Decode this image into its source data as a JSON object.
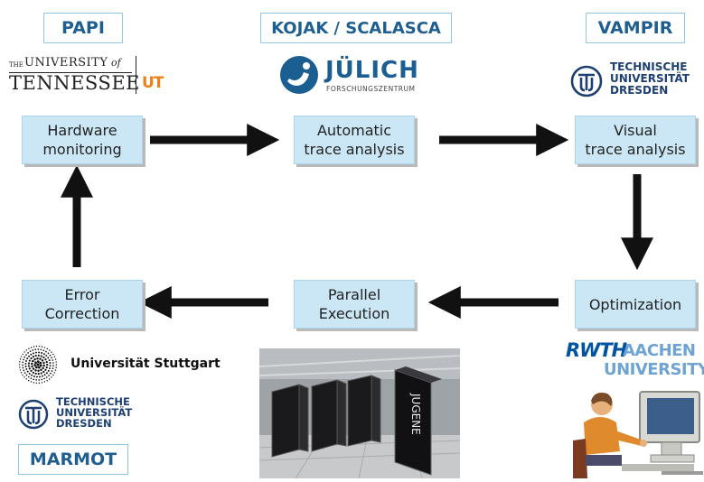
{
  "tools": {
    "papi": "PAPI",
    "kojak": "KOJAK / SCALASCA",
    "vampir": "VAMPIR",
    "marmot": "MARMOT"
  },
  "boxes": {
    "hardware": [
      "Hardware",
      "monitoring"
    ],
    "auto_trace": [
      "Automatic",
      "trace analysis"
    ],
    "visual_trace": [
      "Visual",
      "trace analysis"
    ],
    "optimization": [
      "Optimization"
    ],
    "parallel": [
      "Parallel",
      "Execution"
    ],
    "error": [
      "Error",
      "Correction"
    ]
  },
  "logos": {
    "tennessee": {
      "the": "THE",
      "university": "UNIVERSITY",
      "of": "of",
      "name": "TENNESSEE",
      "mark": "UT"
    },
    "julich": {
      "name": "JÜLICH",
      "sub": "FORSCHUNGSZENTRUM"
    },
    "tud_top": [
      "TECHNISCHE",
      "UNIVERSITÄT",
      "DRESDEN"
    ],
    "stuttgart": "Universität Stuttgart",
    "tud_bottom": [
      "TECHNISCHE",
      "UNIVERSITÄT",
      "DRESDEN"
    ],
    "rwth": {
      "rwth": "RWTH",
      "aachen": "AACHEN",
      "university": "UNIVERSITY"
    },
    "supercomputer_label": "JUGENE"
  },
  "colors": {
    "box_fill": "#cbe7f5",
    "tag_text": "#1f5f90",
    "tag_border": "#8fc7e3",
    "arrow": "#111111",
    "rwth_blue": "#00549f"
  }
}
